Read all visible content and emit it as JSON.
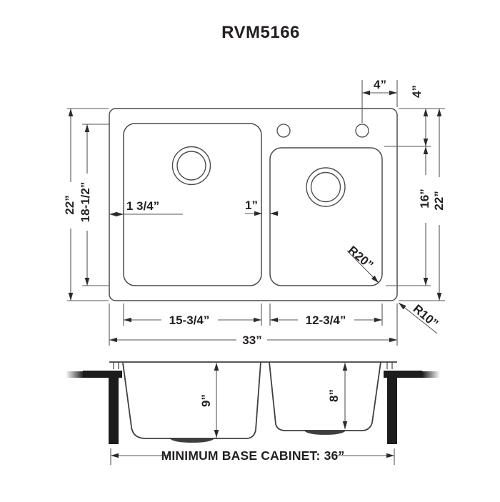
{
  "title": "RVM5166",
  "colors": {
    "line": "#4c4c4e",
    "dim_line": "#55565a",
    "text": "#231f20",
    "solid_black": "#1c1c1c",
    "background": "#ffffff"
  },
  "top_view": {
    "overall_width": "33”",
    "overall_depth_left": "22”",
    "overall_depth_right": "22”",
    "left_bowl_width": "15-3/4”",
    "right_bowl_width": "12-3/4”",
    "left_bowl_depth": "18-1/2”",
    "right_bowl_depth": "16”",
    "faucet_hole_spacing": "4”",
    "faucet_hole_setback": "4”",
    "left_rim_width": "1 3/4”",
    "divider_width": "1”",
    "bowl_corner_radius": "R20”",
    "outer_corner_radius": "R10”"
  },
  "section_view": {
    "left_bowl_depth": "9”",
    "right_bowl_depth": "8”",
    "cabinet_note": "MINIMUM BASE CABINET: 36”"
  }
}
